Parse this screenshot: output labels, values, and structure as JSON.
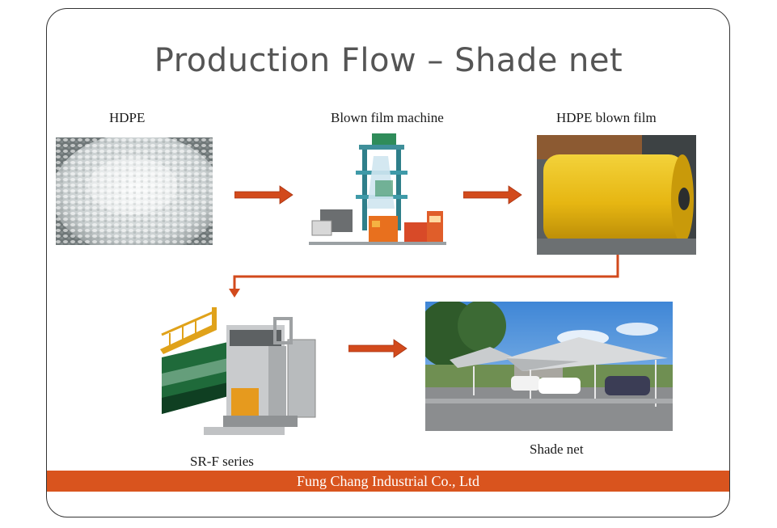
{
  "slide": {
    "title": "Production Flow – Shade net",
    "footer": "Fung Chang Industrial Co., Ltd"
  },
  "steps": [
    {
      "id": "hdpe",
      "label": "HDPE"
    },
    {
      "id": "blown-film-machine",
      "label": "Blown film machine"
    },
    {
      "id": "hdpe-blown-film",
      "label": "HDPE blown film"
    },
    {
      "id": "sr-f-series",
      "label": "SR-F series"
    },
    {
      "id": "shade-net",
      "label": "Shade net"
    }
  ],
  "colors": {
    "accent": "#d9541e",
    "arrow": "#d24a1c",
    "title": "#555555",
    "border": "#333333"
  }
}
